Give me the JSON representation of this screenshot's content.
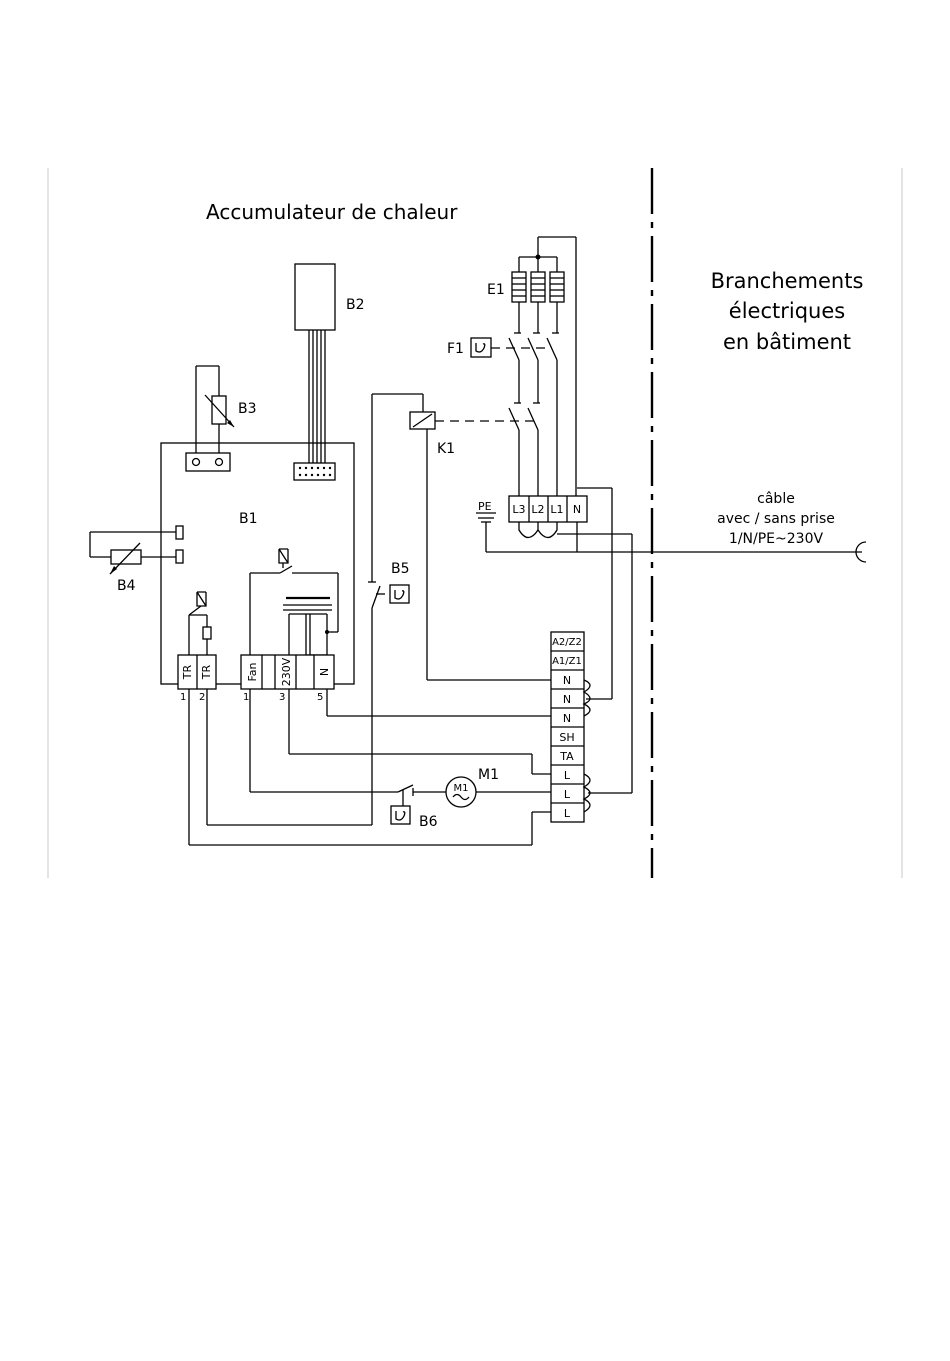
{
  "titles": {
    "left": "Accumulateur de chaleur",
    "right_line1": "Branchements",
    "right_line2": "électriques",
    "right_line3": "en bâtiment"
  },
  "cable": {
    "line1": "câble",
    "line2": "avec / sans prise",
    "line3": "1/N/PE~230V"
  },
  "components": {
    "b1": "B1",
    "b2": "B2",
    "b3": "B3",
    "b4": "B4",
    "b5": "B5",
    "b6": "B6",
    "e1": "E1",
    "f1": "F1",
    "k1": "K1",
    "m1": "M1",
    "pe": "PE"
  },
  "board_terminals": {
    "tr_a": "TR",
    "tr_b": "TR",
    "fan": "Fan",
    "v230": "230V",
    "n": "N",
    "pin_1a": "1",
    "pin_2": "2",
    "pin_1b": "1",
    "pin_3": "3",
    "pin_5": "5"
  },
  "heater_terminals": {
    "l3": "L3",
    "l2": "L2",
    "l1": "L1",
    "n": "N"
  },
  "terminal_block": [
    "A2/Z2",
    "A1/Z1",
    "N",
    "N",
    "N",
    "SH",
    "TA",
    "L",
    "L",
    "L"
  ]
}
